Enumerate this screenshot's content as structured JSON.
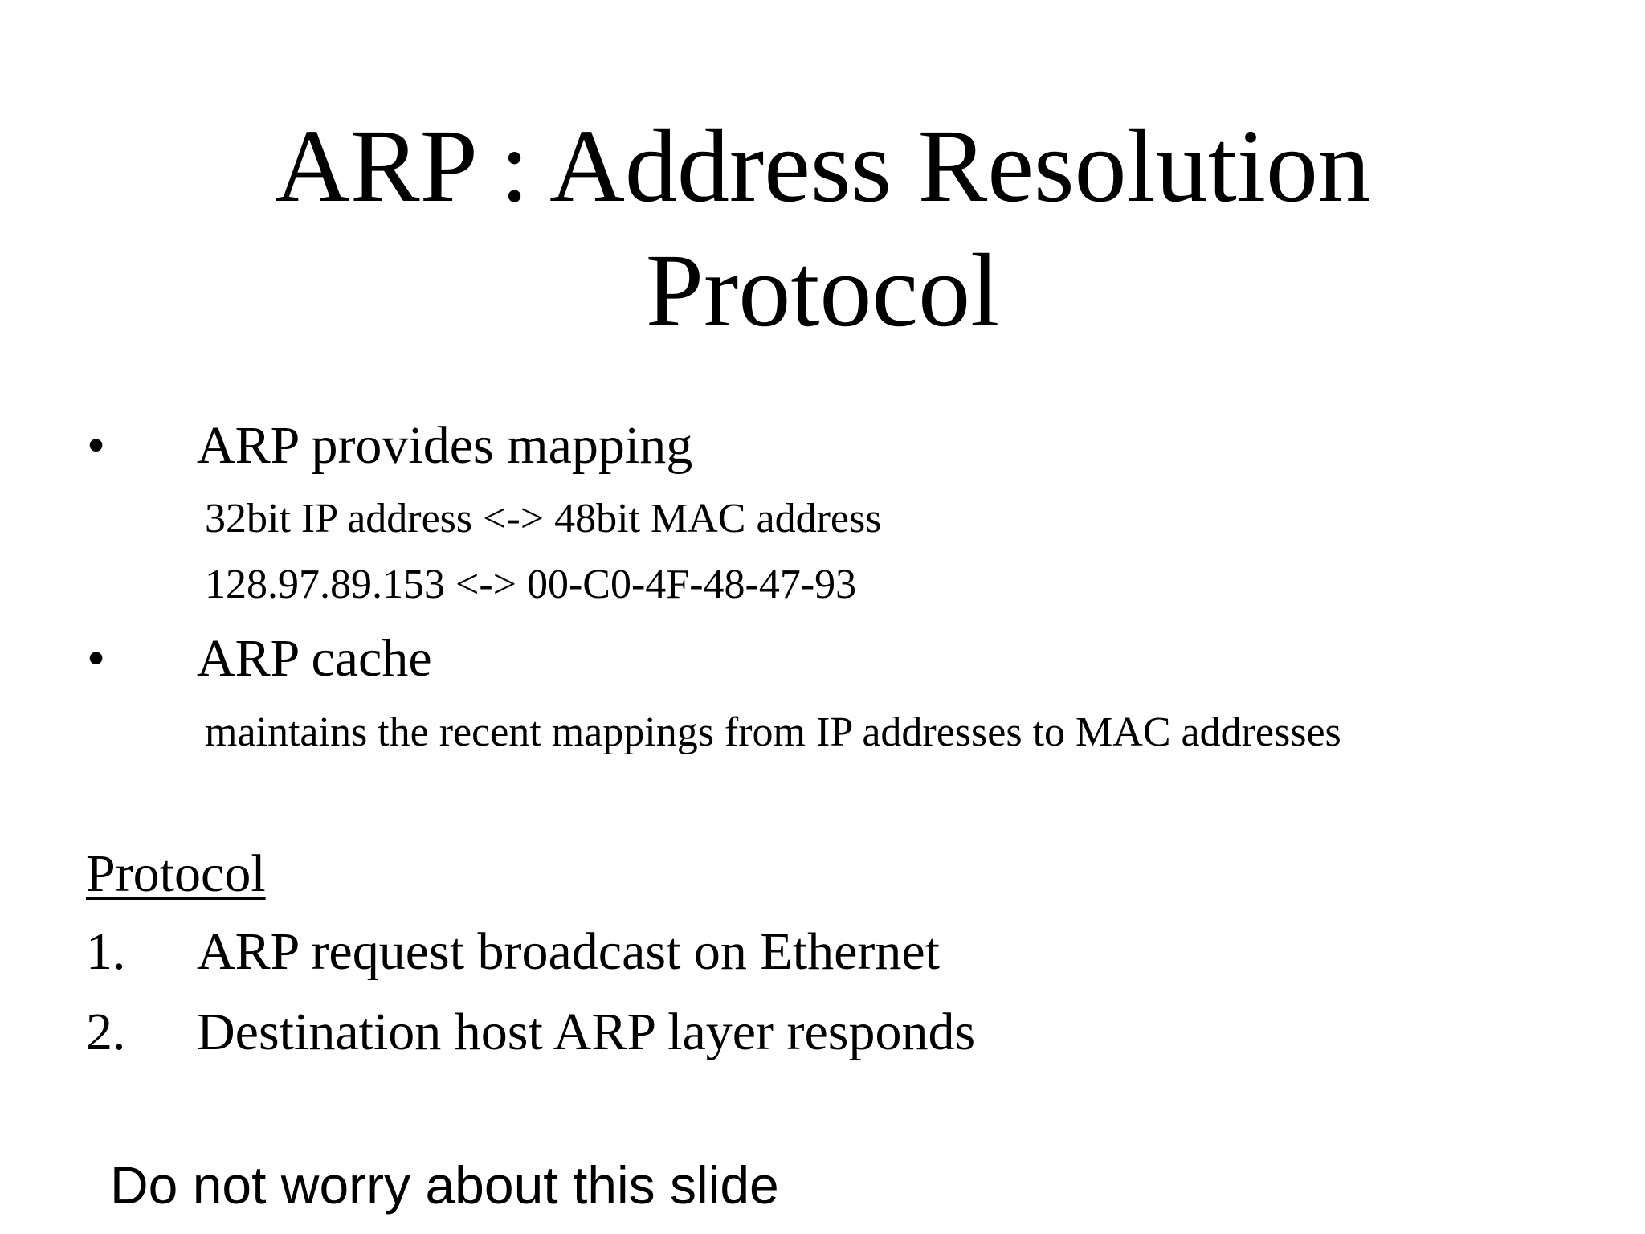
{
  "slide": {
    "title_line1": "ARP : Address Resolution",
    "title_line2": "Protocol",
    "bullets": [
      {
        "marker": "•",
        "text": "ARP provides mapping",
        "sublines": [
          "32bit IP address <-> 48bit MAC address",
          "128.97.89.153  <-> 00-C0-4F-48-47-93"
        ]
      },
      {
        "marker": "•",
        "text": "ARP cache",
        "sublines": [
          "maintains the recent mappings from IP addresses to MAC addresses"
        ]
      }
    ],
    "protocol_heading": "Protocol",
    "steps": [
      {
        "number": "1.",
        "text": "ARP request broadcast on Ethernet"
      },
      {
        "number": "2.",
        "text": "Destination host ARP layer responds"
      }
    ],
    "footer_note": "Do not worry about this slide"
  }
}
